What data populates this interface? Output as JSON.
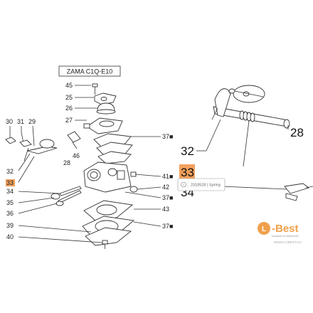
{
  "diagram": {
    "model_label": "ZAMA C1Q-E10",
    "callouts_left": [
      {
        "id": "45",
        "label": "45"
      },
      {
        "id": "25",
        "label": "25"
      },
      {
        "id": "26",
        "label": "26"
      },
      {
        "id": "27",
        "label": "27"
      },
      {
        "id": "30",
        "label": "30"
      },
      {
        "id": "31",
        "label": "31"
      },
      {
        "id": "29",
        "label": "29"
      },
      {
        "id": "46",
        "label": "46"
      },
      {
        "id": "28",
        "label": "28"
      },
      {
        "id": "32",
        "label": "32"
      },
      {
        "id": "33",
        "label": "33"
      },
      {
        "id": "34",
        "label": "34"
      },
      {
        "id": "35",
        "label": "35"
      },
      {
        "id": "36",
        "label": "36"
      },
      {
        "id": "39",
        "label": "39"
      },
      {
        "id": "40",
        "label": "40"
      }
    ],
    "callouts_right": [
      {
        "id": "37a",
        "label": "37■"
      },
      {
        "id": "41",
        "label": "41■"
      },
      {
        "id": "42",
        "label": "42"
      },
      {
        "id": "37b",
        "label": "37■"
      },
      {
        "id": "43",
        "label": "43"
      },
      {
        "id": "37c",
        "label": "37■"
      }
    ],
    "zoom_callouts": {
      "c32": "32",
      "c33": "33",
      "c28": "28",
      "c34": "34"
    },
    "highlight_color": "#f3a15c"
  },
  "tooltip": {
    "icon": "info-icon",
    "text": "2318528 | Spring"
  },
  "brand": {
    "name": "L-Best",
    "tagline": "budapest és alkatrészek",
    "url": "WWW.LOBEST.HU",
    "color": "#f0a04b"
  }
}
